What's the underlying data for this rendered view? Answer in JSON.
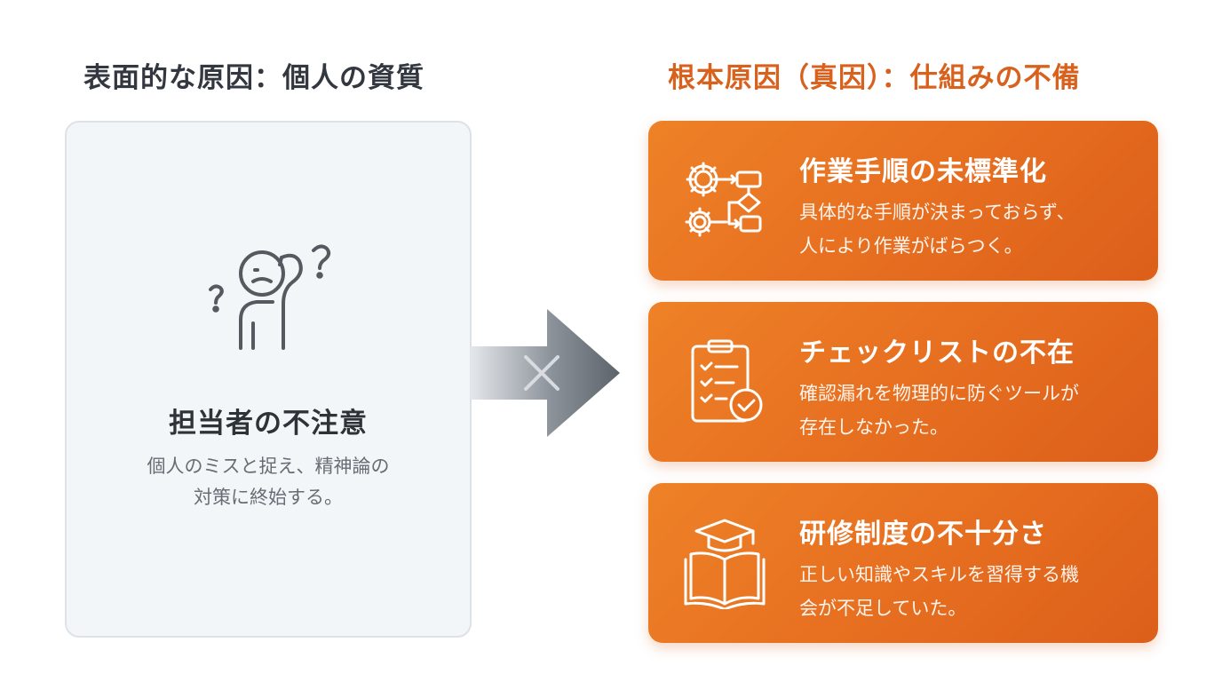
{
  "left": {
    "heading": "表面的な原因：個人の資質",
    "title": "担当者の不注意",
    "desc_line1": "個人のミスと捉え、精神論の",
    "desc_line2": "対策に終始する。",
    "icon": "confused-person-icon"
  },
  "right": {
    "heading": "根本原因（真因）：仕組みの不備",
    "cards": [
      {
        "icon": "gear-flowchart-icon",
        "title": "作業手順の未標準化",
        "desc_line1": "具体的な手順が決まっておらず、",
        "desc_line2": "人により作業がばらつく。"
      },
      {
        "icon": "clipboard-checklist-icon",
        "title": "チェックリストの不在",
        "desc_line1": "確認漏れを物理的に防ぐツールが",
        "desc_line2": "存在しなかった。"
      },
      {
        "icon": "graduation-book-icon",
        "title": "研修制度の不十分さ",
        "desc_line1": "正しい知識やスキルを習得する機",
        "desc_line2": "会が不足していた。"
      }
    ]
  },
  "arrow": {
    "icon": "arrow-with-cross-icon"
  },
  "colors": {
    "accent": "#e8711f",
    "left_card_bg": "#f3f6f9",
    "text_dark": "#333840"
  }
}
